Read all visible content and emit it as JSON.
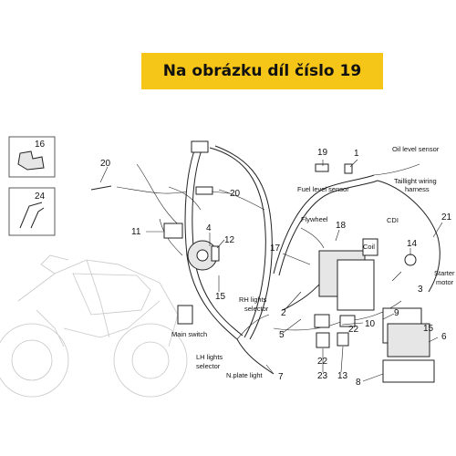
{
  "banner": {
    "text": "Na obrázku díl číslo 19",
    "color": "#f5c518"
  },
  "callouts": {
    "n1": "1",
    "n2": "2",
    "n3": "3",
    "n4": "4",
    "n5": "5",
    "n6": "6",
    "n7": "7",
    "n8": "8",
    "n9": "9",
    "n10": "10",
    "n11": "11",
    "n12": "12",
    "n13": "13",
    "n14": "14",
    "n15": "15",
    "n15b": "15",
    "n16": "16",
    "n17": "17",
    "n18": "18",
    "n19": "19",
    "n20": "20",
    "n20b": "20",
    "n21": "21",
    "n22": "22",
    "n22b": "22",
    "n23": "23",
    "n24": "24"
  },
  "labels": {
    "oil_level_sensor": "Oil level sensor",
    "taillight_wiring_1": "Taillight wiring",
    "taillight_wiring_2": "harness",
    "fuel_level_sensor": "Fuel level sensor",
    "flywheel": "Flywheel",
    "cdi": "CDI",
    "coil": "Coil",
    "starter_1": "Starter",
    "starter_2": "motor",
    "rh_lights_1": "RH lights",
    "rh_lights_2": "selector",
    "main_switch": "Main switch",
    "lh_lights_1": "LH lights",
    "lh_lights_2": "selector",
    "nplate_light": "N.plate light"
  }
}
